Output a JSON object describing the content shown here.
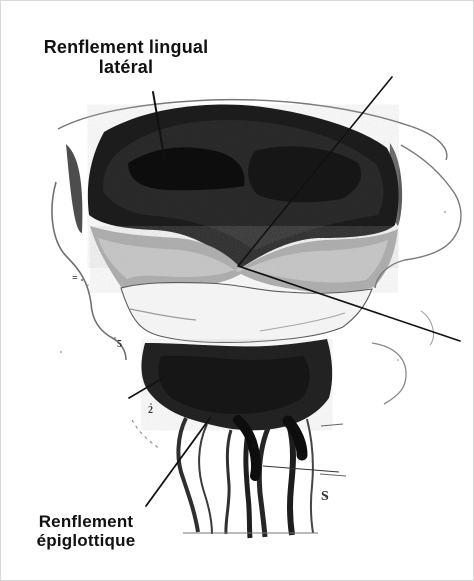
{
  "labels": {
    "top_line1": "Renflement lingual",
    "top_line2": "latéral",
    "bottom_line1": "Renflement",
    "bottom_line2": "épiglottique"
  },
  "small_marks": {
    "m1": "=",
    "m2": "5",
    "m3": "2",
    "m4": "S"
  },
  "colors": {
    "background": "#ffffff",
    "ink": "#111111",
    "dark_region": "#222222",
    "mid_region": "#bdbdbd",
    "light_region": "#f0f0f0"
  }
}
